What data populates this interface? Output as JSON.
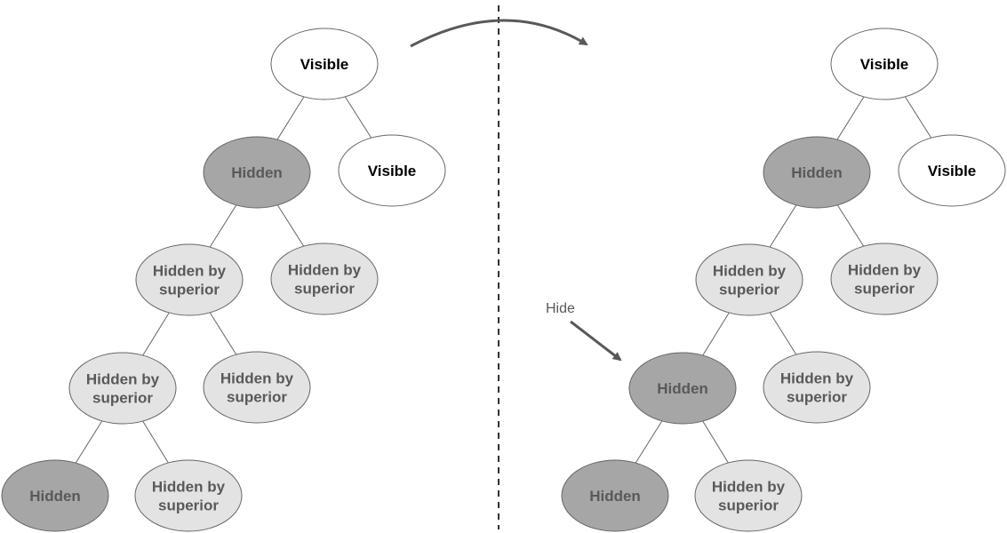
{
  "colors": {
    "visible_fill": "#ffffff",
    "visible_text": "#000000",
    "hidden_fill": "#a6a6a6",
    "hidden_text": "#595959",
    "superior_fill": "#e3e3e3",
    "superior_text": "#595959",
    "stroke": "#666666",
    "arrow": "#595959"
  },
  "annotation": {
    "hide_label": "Hide"
  },
  "before_tree": {
    "root": {
      "state": "visible",
      "lines": [
        "Visible"
      ]
    },
    "n1": {
      "state": "hidden",
      "lines": [
        "Hidden"
      ]
    },
    "n2": {
      "state": "visible",
      "lines": [
        "Visible"
      ]
    },
    "n3": {
      "state": "superior",
      "lines": [
        "Hidden by",
        "superior"
      ]
    },
    "n4": {
      "state": "superior",
      "lines": [
        "Hidden by",
        "superior"
      ]
    },
    "n5": {
      "state": "superior",
      "lines": [
        "Hidden by",
        "superior"
      ]
    },
    "n6": {
      "state": "superior",
      "lines": [
        "Hidden by",
        "superior"
      ]
    },
    "n7": {
      "state": "hidden",
      "lines": [
        "Hidden"
      ]
    },
    "n8": {
      "state": "superior",
      "lines": [
        "Hidden by",
        "superior"
      ]
    }
  },
  "after_tree": {
    "root": {
      "state": "visible",
      "lines": [
        "Visible"
      ]
    },
    "n1": {
      "state": "hidden",
      "lines": [
        "Hidden"
      ]
    },
    "n2": {
      "state": "visible",
      "lines": [
        "Visible"
      ]
    },
    "n3": {
      "state": "superior",
      "lines": [
        "Hidden by",
        "superior"
      ]
    },
    "n4": {
      "state": "superior",
      "lines": [
        "Hidden by",
        "superior"
      ]
    },
    "n5": {
      "state": "hidden",
      "lines": [
        "Hidden"
      ]
    },
    "n6": {
      "state": "superior",
      "lines": [
        "Hidden by",
        "superior"
      ]
    },
    "n7": {
      "state": "hidden",
      "lines": [
        "Hidden"
      ]
    },
    "n8": {
      "state": "superior",
      "lines": [
        "Hidden by",
        "superior"
      ]
    }
  }
}
